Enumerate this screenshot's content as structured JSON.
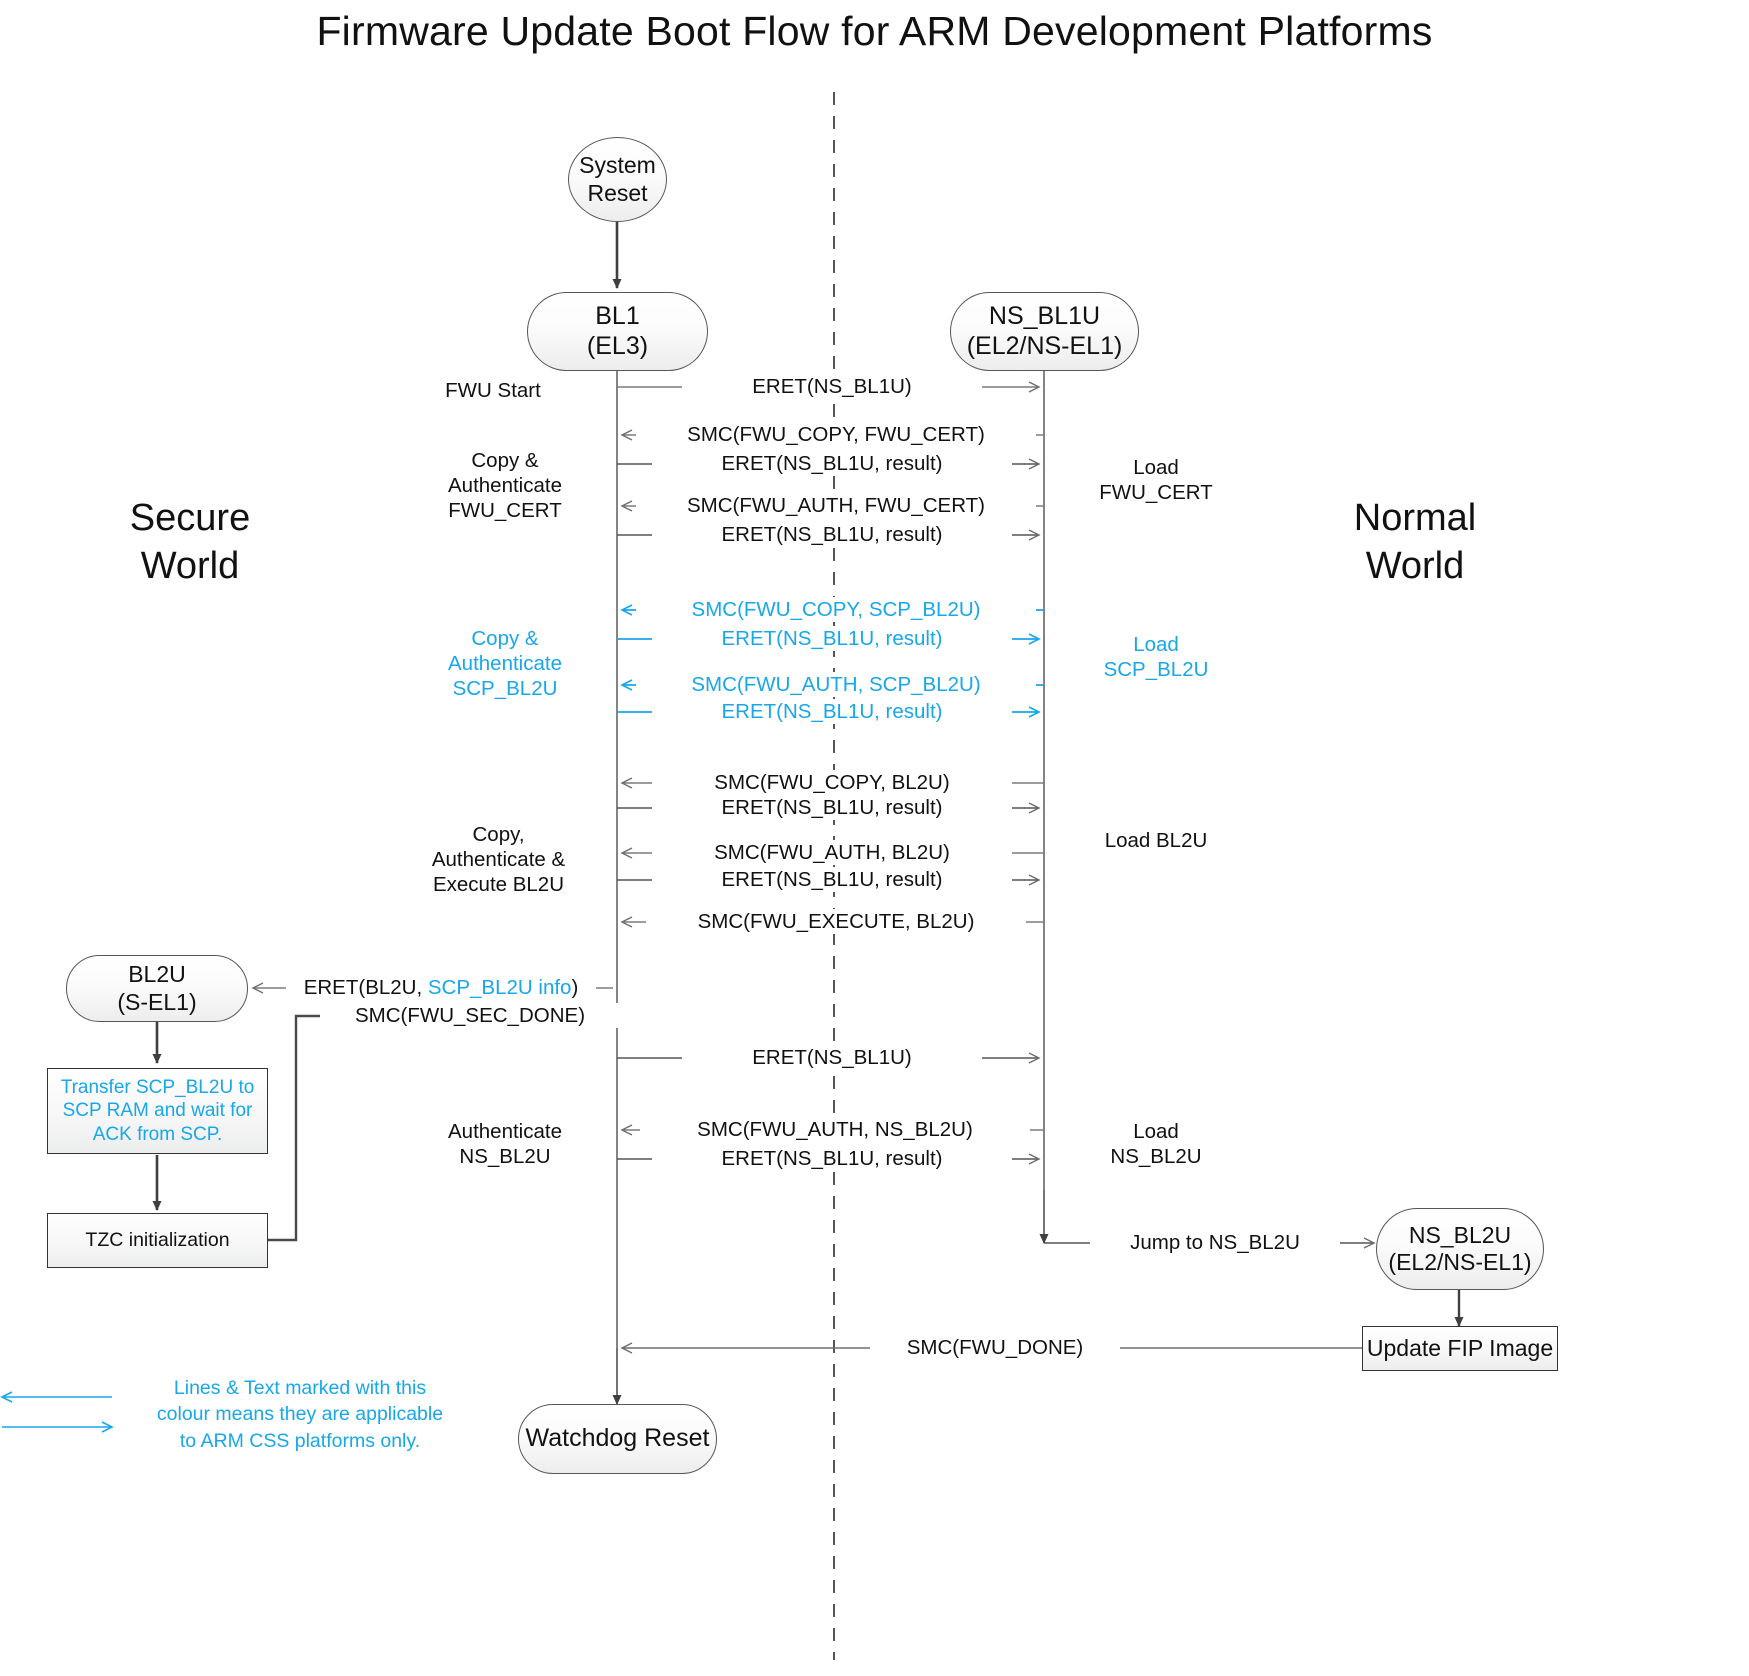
{
  "title": "Firmware Update Boot Flow for ARM Development Platforms",
  "colors": {
    "css_blue": "#18a7e8",
    "line_dark": "#4a4a4a",
    "line_grey": "#808080",
    "node_border": "#575757",
    "text": "#111111"
  },
  "world_labels": {
    "secure": "Secure\nWorld",
    "normal": "Normal\nWorld"
  },
  "nodes": {
    "system_reset": {
      "line1": "System",
      "line2": "Reset"
    },
    "bl1": {
      "line1": "BL1",
      "line2": "(EL3)"
    },
    "ns_bl1u": {
      "line1": "NS_BL1U",
      "line2": "(EL2/NS-EL1)"
    },
    "bl2u": {
      "line1": "BL2U",
      "line2": "(S-EL1)"
    },
    "ns_bl2u": {
      "line1": "NS_BL2U",
      "line2": "(EL2/NS-EL1)"
    },
    "watchdog_reset": {
      "line1": "Watchdog Reset",
      "line2": ""
    },
    "transfer_scp": {
      "text": "Transfer SCP_BL2U to\nSCP RAM and wait for\nACK from SCP."
    },
    "tzc_init": {
      "text": "TZC initialization"
    },
    "update_fip": {
      "text": "Update FIP Image"
    }
  },
  "messages": [
    {
      "id": "m1",
      "label": "ERET(NS_BL1U)",
      "dir": "right",
      "css_only": false
    },
    {
      "id": "m2",
      "label": "SMC(FWU_COPY, FWU_CERT)",
      "dir": "left",
      "css_only": false
    },
    {
      "id": "m3",
      "label": "ERET(NS_BL1U, result)",
      "dir": "right",
      "css_only": false
    },
    {
      "id": "m4",
      "label": "SMC(FWU_AUTH, FWU_CERT)",
      "dir": "left",
      "css_only": false
    },
    {
      "id": "m5",
      "label": "ERET(NS_BL1U, result)",
      "dir": "right",
      "css_only": false
    },
    {
      "id": "m6",
      "label": "SMC(FWU_COPY, SCP_BL2U)",
      "dir": "left",
      "css_only": true
    },
    {
      "id": "m7",
      "label": "ERET(NS_BL1U, result)",
      "dir": "right",
      "css_only": true
    },
    {
      "id": "m8",
      "label": "SMC(FWU_AUTH, SCP_BL2U)",
      "dir": "left",
      "css_only": true
    },
    {
      "id": "m9",
      "label": "ERET(NS_BL1U, result)",
      "dir": "right",
      "css_only": true
    },
    {
      "id": "m10",
      "label": "SMC(FWU_COPY, BL2U)",
      "dir": "left",
      "css_only": false
    },
    {
      "id": "m11",
      "label": "ERET(NS_BL1U, result)",
      "dir": "right",
      "css_only": false
    },
    {
      "id": "m12",
      "label": "SMC(FWU_AUTH, BL2U)",
      "dir": "left",
      "css_only": false
    },
    {
      "id": "m13",
      "label": "ERET(NS_BL1U, result)",
      "dir": "right",
      "css_only": false
    },
    {
      "id": "m14",
      "label": "SMC(FWU_EXECUTE, BL2U)",
      "dir": "left",
      "css_only": false
    },
    {
      "id": "m15",
      "label": "ERET(BL2U, ",
      "label_blue": "SCP_BL2U info",
      "label_tail": ")",
      "dir": "left",
      "css_only": false
    },
    {
      "id": "m16",
      "label": "SMC(FWU_SEC_DONE)",
      "dir": "right",
      "css_only": false
    },
    {
      "id": "m17",
      "label": "ERET(NS_BL1U)",
      "dir": "right",
      "css_only": false
    },
    {
      "id": "m18",
      "label": "SMC(FWU_AUTH, NS_BL2U)",
      "dir": "left",
      "css_only": false
    },
    {
      "id": "m19",
      "label": "ERET(NS_BL1U, result)",
      "dir": "right",
      "css_only": false
    },
    {
      "id": "m20",
      "label": "Jump to NS_BL2U",
      "dir": "right",
      "css_only": false
    },
    {
      "id": "m21",
      "label": "SMC(FWU_DONE)",
      "dir": "left",
      "css_only": false
    }
  ],
  "side_labels": {
    "left": [
      {
        "id": "fwu_start",
        "text": "FWU Start",
        "css_only": false
      },
      {
        "id": "copy_auth_cert",
        "text": "Copy &\nAuthenticate\nFWU_CERT",
        "css_only": false
      },
      {
        "id": "copy_auth_scp",
        "text": "Copy &\nAuthenticate\nSCP_BL2U",
        "css_only": true
      },
      {
        "id": "copy_auth_exec",
        "text": "Copy,\nAuthenticate &\nExecute BL2U",
        "css_only": false
      },
      {
        "id": "auth_ns_bl2u",
        "text": "Authenticate\nNS_BL2U",
        "css_only": false
      }
    ],
    "right": [
      {
        "id": "load_fwu_cert",
        "text": "Load\nFWU_CERT",
        "css_only": false
      },
      {
        "id": "load_scp_bl2u",
        "text": "Load\nSCP_BL2U",
        "css_only": true
      },
      {
        "id": "load_bl2u",
        "text": "Load BL2U",
        "css_only": false
      },
      {
        "id": "load_ns_bl2u",
        "text": "Load\nNS_BL2U",
        "css_only": false
      }
    ]
  },
  "legend": {
    "text": "Lines & Text marked with this\ncolour means they are applicable\nto ARM CSS platforms only.",
    "arrow_left_name": "legend-arrow-left",
    "arrow_right_name": "legend-arrow-right"
  }
}
